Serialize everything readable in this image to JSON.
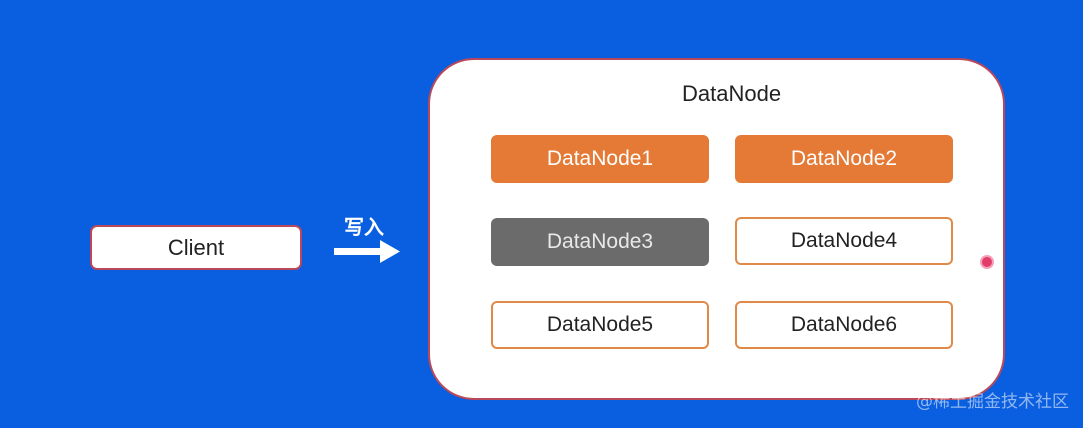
{
  "client": {
    "label": "Client"
  },
  "write": {
    "label": "写入"
  },
  "cluster": {
    "title": "DataNode",
    "nodes": [
      {
        "label": "DataNode1",
        "state": "active",
        "color": "#e47a35"
      },
      {
        "label": "DataNode2",
        "state": "active",
        "color": "#e47a35"
      },
      {
        "label": "DataNode3",
        "state": "down",
        "color": "#6b6b6b"
      },
      {
        "label": "DataNode4",
        "state": "idle",
        "color": "#ffffff"
      },
      {
        "label": "DataNode5",
        "state": "idle",
        "color": "#ffffff"
      },
      {
        "label": "DataNode6",
        "state": "idle",
        "color": "#ffffff"
      }
    ]
  },
  "colors": {
    "background": "#0a5fe0",
    "border": "#b9485a",
    "accent": "#e47a35"
  },
  "watermark": {
    "text": "@稀土掘金技术社区"
  }
}
